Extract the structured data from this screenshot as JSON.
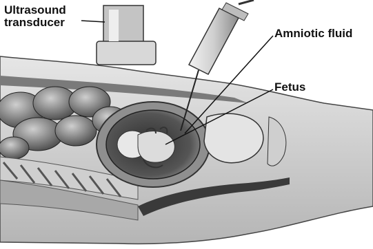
{
  "labels": {
    "transducer_line1": "Ultrasound",
    "transducer_line2": "transducer",
    "amniotic_fluid": "Amniotic fluid",
    "fetus": "Fetus"
  },
  "colors": {
    "background": "#ffffff",
    "ink": "#111111",
    "tissue_light": "#d9d9d9",
    "tissue_mid": "#9a9a9a",
    "tissue_dark": "#3a3a3a"
  }
}
